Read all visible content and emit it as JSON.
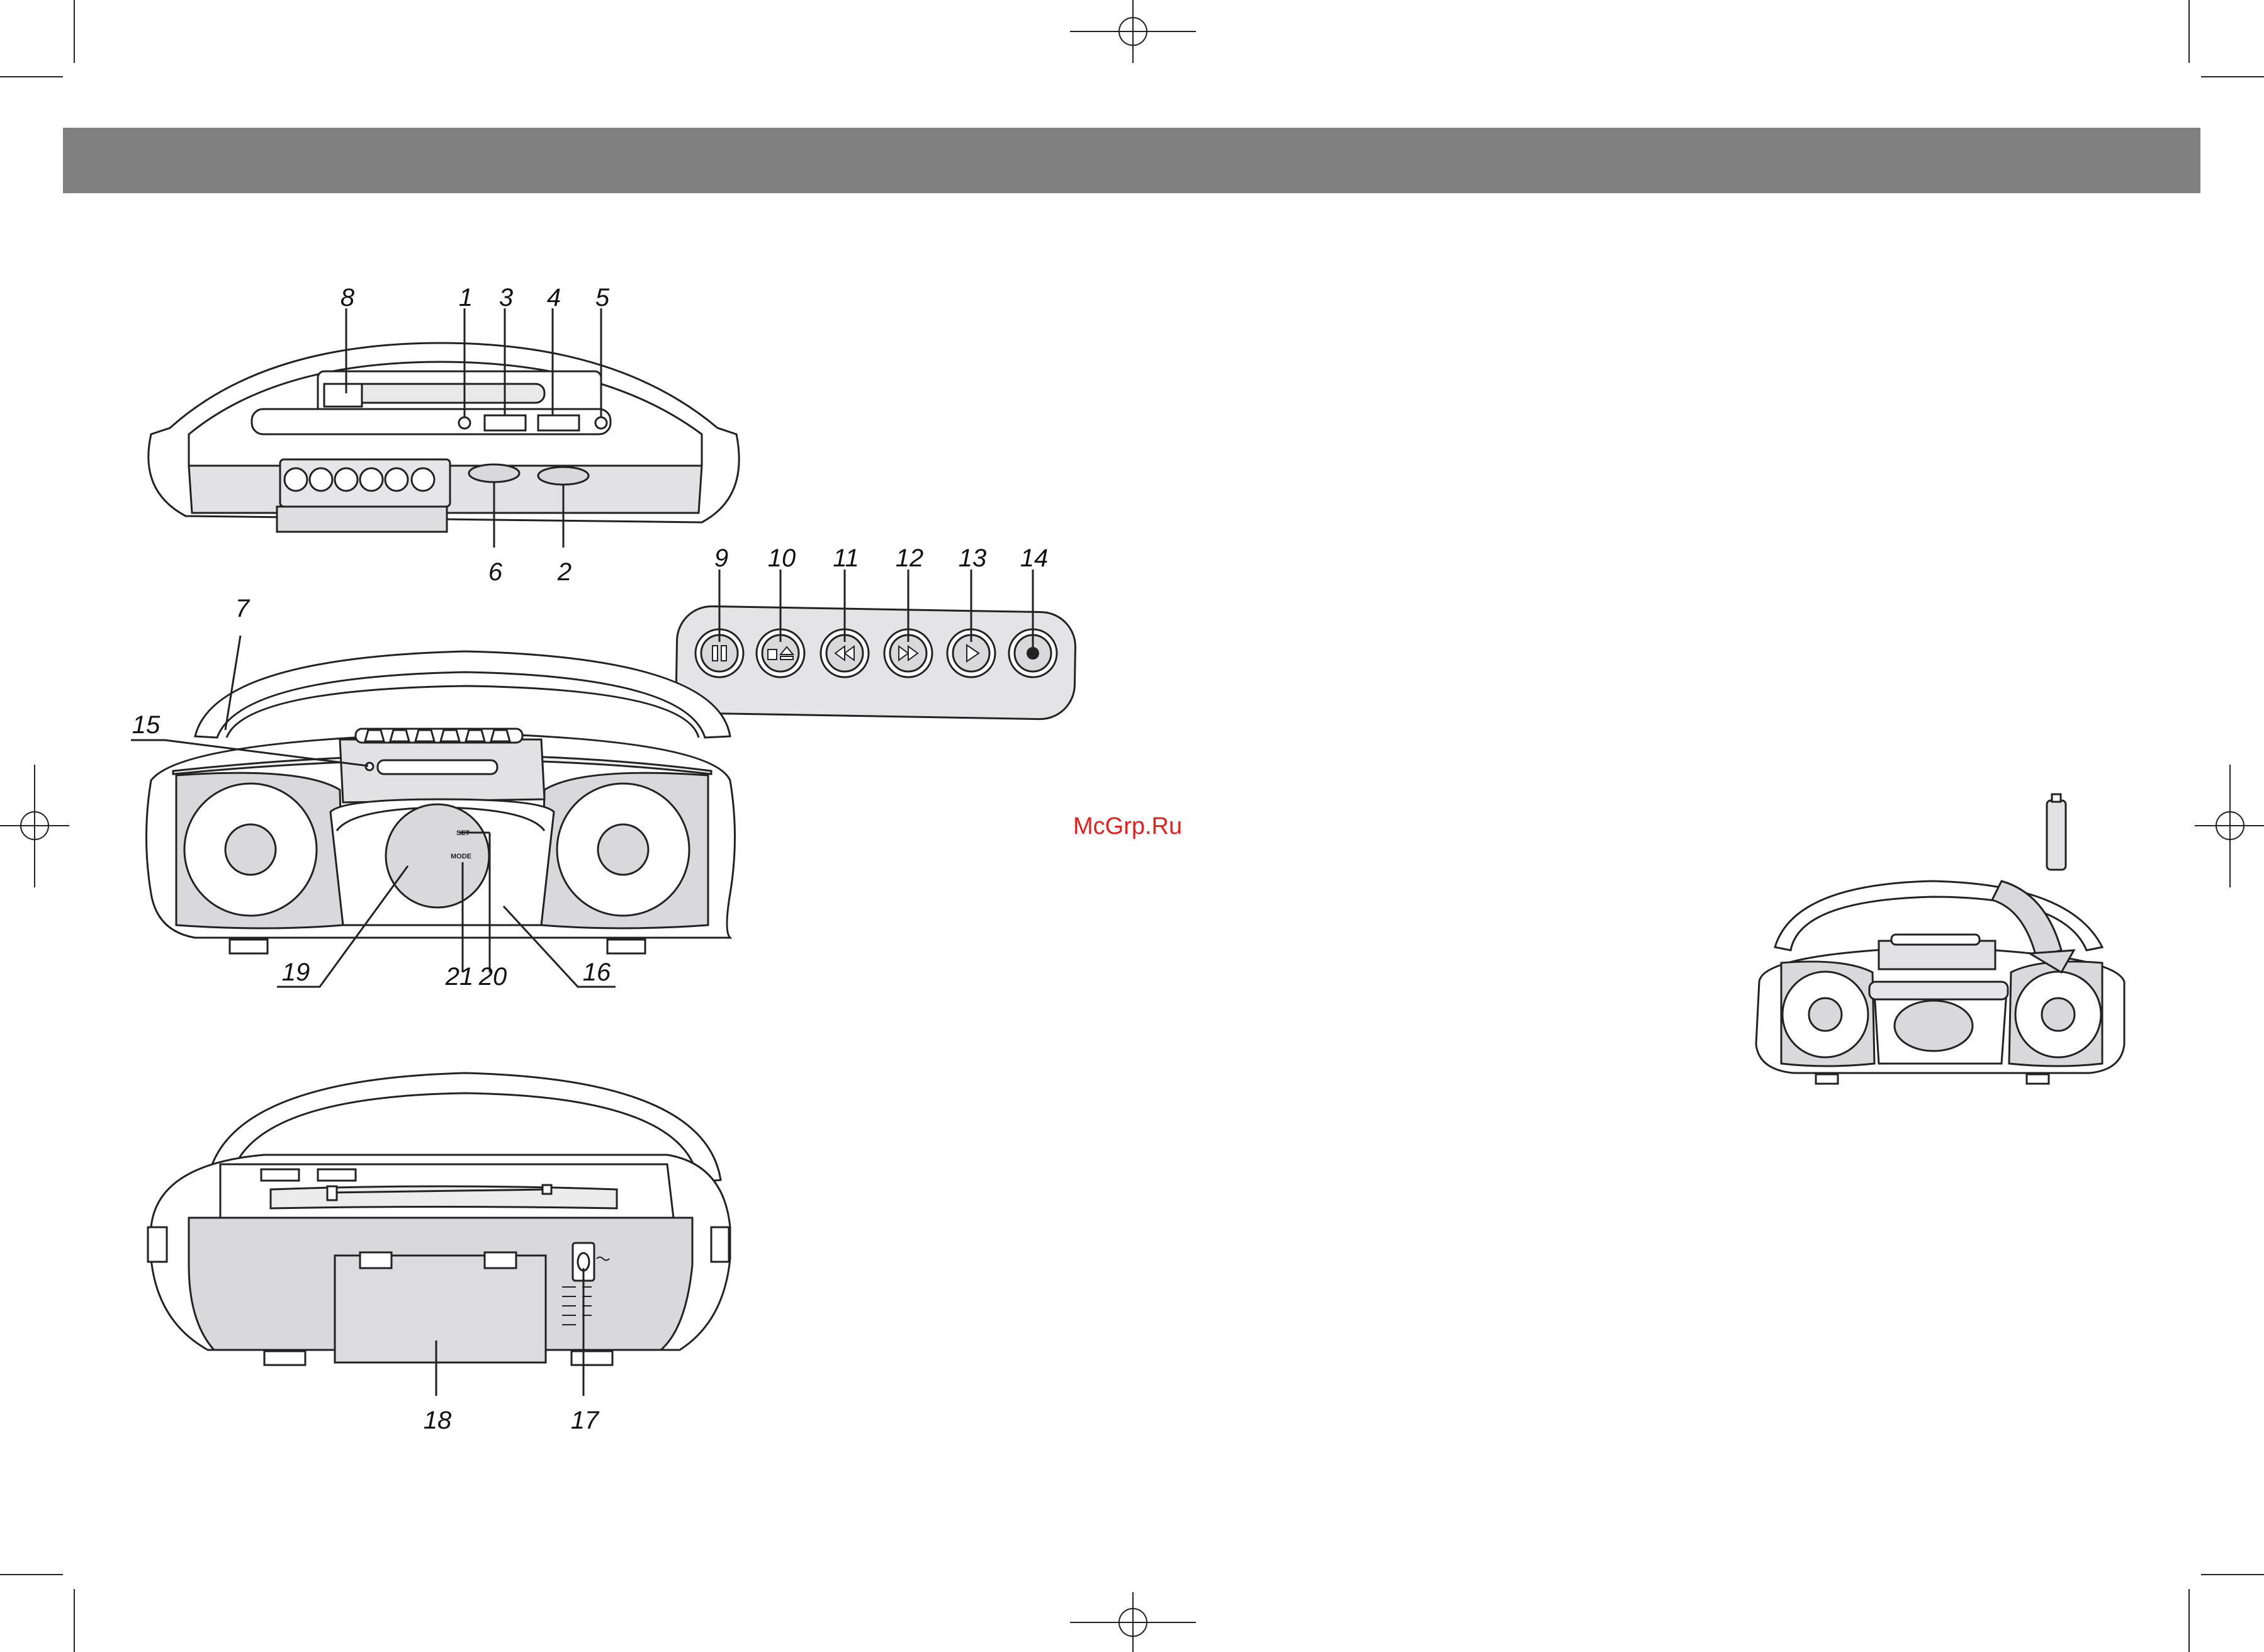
{
  "watermark": "McGrp.Ru",
  "colors": {
    "header_bar": "#808080",
    "panel_gray": "#d9d9db",
    "outline": "#222222",
    "watermark": "#dd2222"
  },
  "diagrams": {
    "top_view": {
      "callouts": [
        "8",
        "1",
        "3",
        "4",
        "5",
        "6",
        "2"
      ]
    },
    "button_panel": {
      "callouts": [
        "9",
        "10",
        "11",
        "12",
        "13",
        "14"
      ],
      "buttons": [
        {
          "num": "9",
          "icon": "pause-icon"
        },
        {
          "num": "10",
          "icon": "stop-eject-icon"
        },
        {
          "num": "11",
          "icon": "rewind-icon"
        },
        {
          "num": "12",
          "icon": "fast-forward-icon"
        },
        {
          "num": "13",
          "icon": "play-icon"
        },
        {
          "num": "14",
          "icon": "record-icon"
        }
      ]
    },
    "front_view": {
      "callouts": [
        "7",
        "15",
        "19",
        "21",
        "20",
        "16"
      ],
      "panel_labels": {
        "set": "SET",
        "mode": "MODE"
      }
    },
    "rear_view": {
      "callouts": [
        "18",
        "17"
      ]
    },
    "battery_insert": {
      "icons": [
        "battery-icon",
        "insert-arrow-icon"
      ]
    }
  }
}
